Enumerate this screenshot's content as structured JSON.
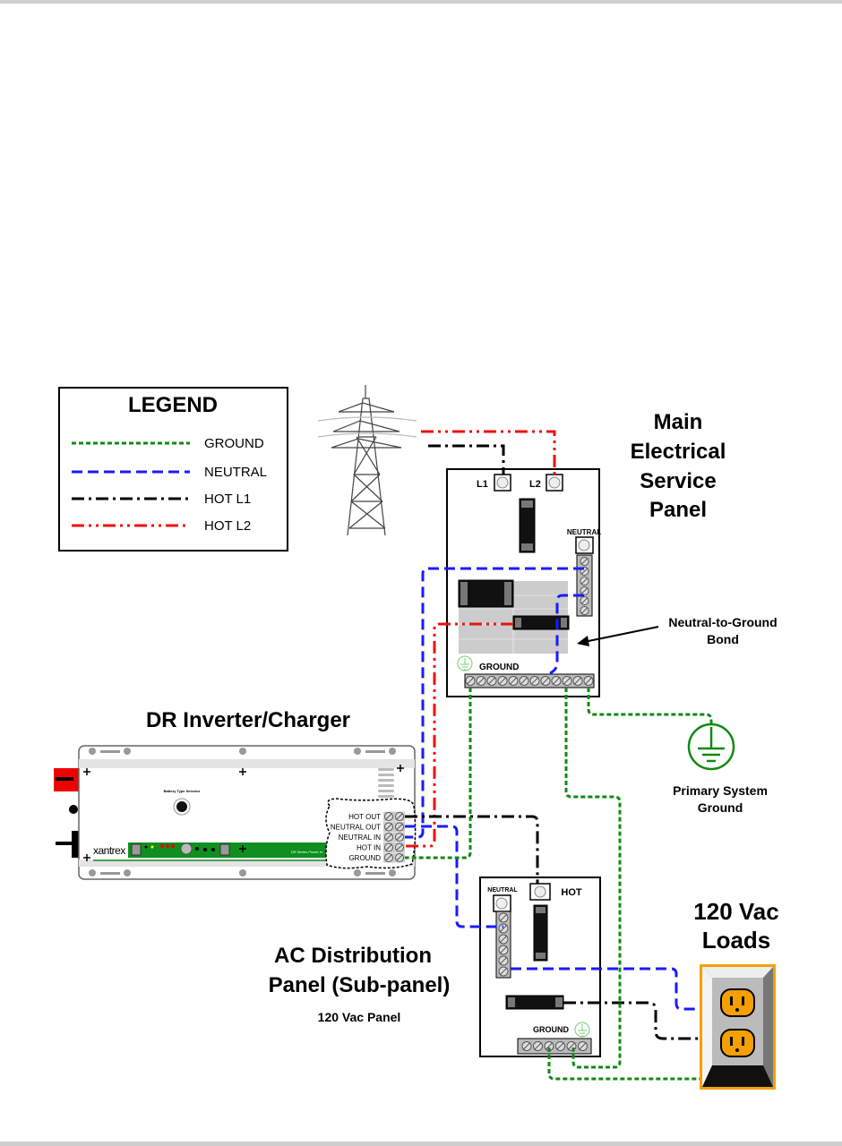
{
  "legend": {
    "title": "LEGEND",
    "items": [
      {
        "label": "GROUND",
        "color": "#118a11",
        "style": "dotted"
      },
      {
        "label": "NEUTRAL",
        "color": "#1a1aff",
        "style": "dashed"
      },
      {
        "label": "HOT L1",
        "color": "#000000",
        "style": "dash-dot"
      },
      {
        "label": "HOT L2",
        "color": "#ee1111",
        "style": "dash-dot-dot"
      }
    ]
  },
  "main_panel": {
    "title_lines": [
      "Main",
      "Electrical",
      "Service",
      "Panel"
    ],
    "l1": "L1",
    "l2": "L2",
    "neutral": "NEUTRAL",
    "ground": "GROUND"
  },
  "bond_label": [
    "Neutral-to-Ground",
    "Bond"
  ],
  "system_ground": [
    "Primary System",
    "Ground"
  ],
  "inverter": {
    "title": "DR Inverter/Charger",
    "brand": "xantrex",
    "selector_label": "Battery Type Selector",
    "series_label": "DR Series Power In",
    "terminals": [
      "HOT OUT",
      "NEUTRAL OUT",
      "NEUTRAL IN",
      "HOT IN",
      "GROUND"
    ]
  },
  "sub_panel": {
    "title_lines": [
      "AC Distribution",
      "Panel (Sub-panel)"
    ],
    "subtitle": "120 Vac Panel",
    "neutral": "NEUTRAL",
    "hot": "HOT",
    "ground": "GROUND"
  },
  "loads": {
    "title_lines": [
      "120 Vac",
      "Loads"
    ],
    "outlet_color": "#f5a000"
  }
}
